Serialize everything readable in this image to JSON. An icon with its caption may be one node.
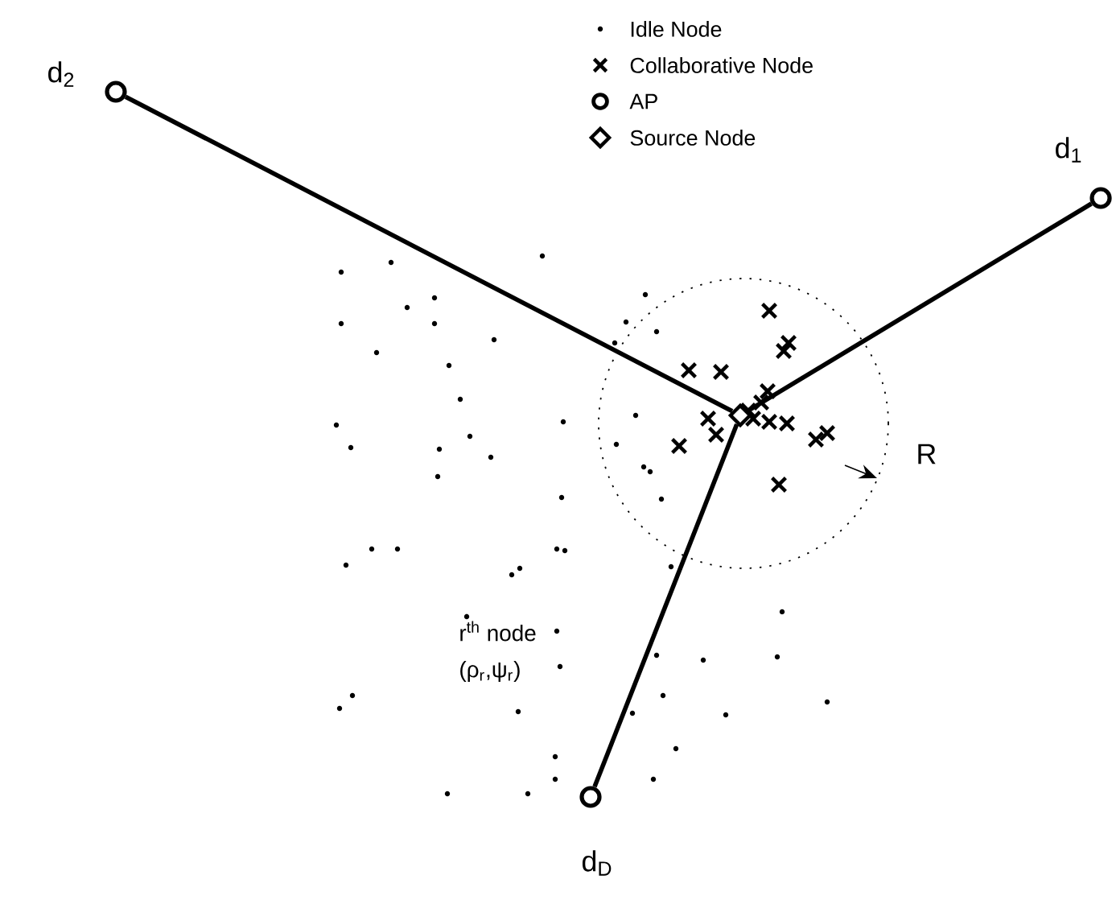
{
  "diagram": {
    "nodes": [
      {
        "text": [],
        "shape": "circle",
        "beside": [
          "d$_{2}$"
        ]
      },
      {
        "text": [],
        "shape": "circle",
        "beside": [
          "d$_{1}$"
        ]
      },
      {
        "text": [],
        "shape": "circle",
        "beside": [
          "d$_{D}$"
        ]
      },
      {
        "text": [],
        "shape": "diamond"
      }
    ],
    "edges": [
      {
        "from": 3,
        "to": 0,
        "arrow": "none"
      },
      {
        "from": 3,
        "to": 1,
        "arrow": "none"
      },
      {
        "from": 3,
        "to": 2,
        "arrow": "none"
      }
    ],
    "labels": [
      "R",
      "r$^{th}$ node",
      "(ρ$_{r}$,ψ$_{r}$)"
    ],
    "legend": [
      {
        "text": "Idle Node"
      },
      {
        "text": "Collaborative Node"
      },
      {
        "text": "AP"
      },
      {
        "text": "Source Node"
      }
    ]
  }
}
